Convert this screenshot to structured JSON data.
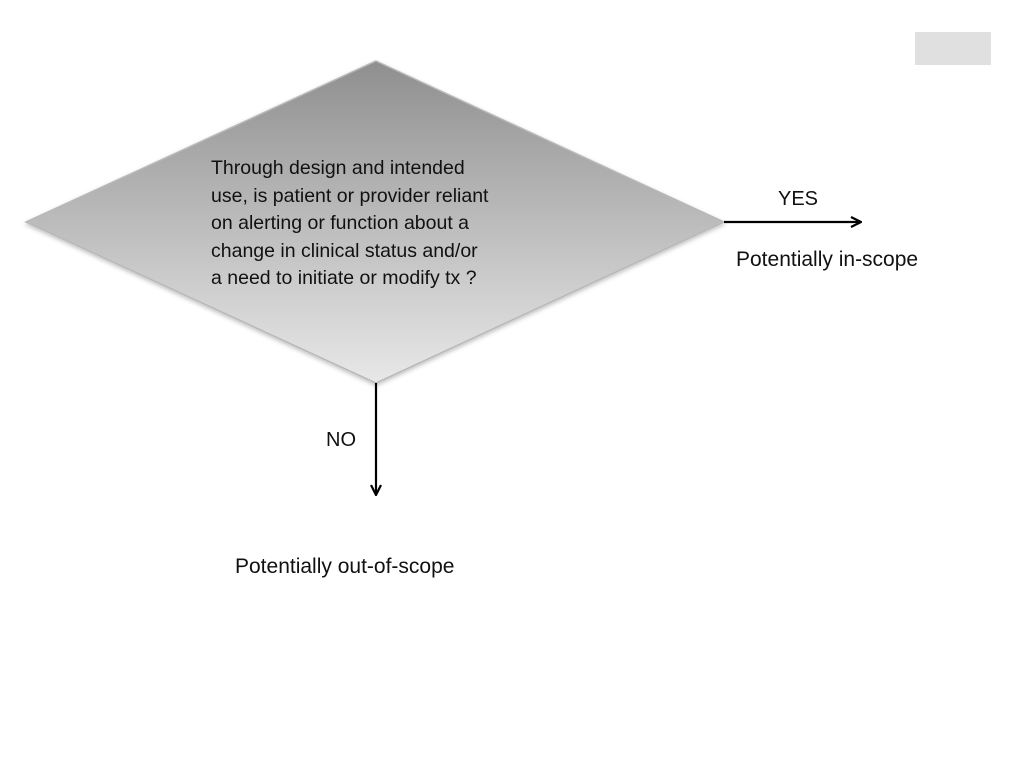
{
  "decision": {
    "question_lines": [
      "Through design and intended",
      "use, is patient or provider reliant",
      "on alerting or function about a",
      "change in clinical status and/or",
      "a need to initiate or modify tx ?"
    ],
    "fill_top": "#8f8f8f",
    "fill_bottom": "#e8e8e8"
  },
  "branches": {
    "yes": {
      "label": "YES",
      "outcome": "Potentially in-scope"
    },
    "no": {
      "label": "NO",
      "outcome": "Potentially out-of-scope"
    }
  },
  "corner_box_color": "#e0e0e0"
}
